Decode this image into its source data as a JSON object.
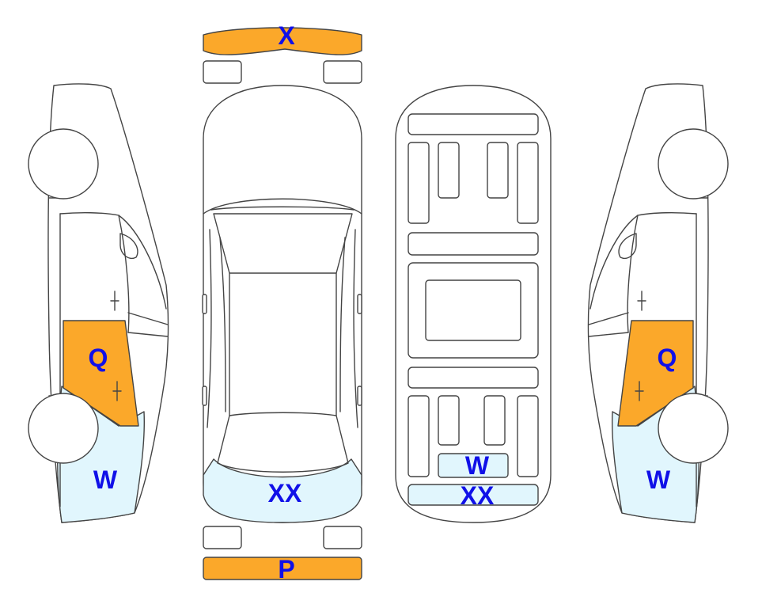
{
  "colors": {
    "orange": "#FBA82A",
    "light_blue": "#E1F6FD",
    "label": "#1010E8",
    "outline": "#444444"
  },
  "labels": {
    "front_bumper": "X",
    "rear_bumper": "P",
    "left_door": "Q",
    "left_quarter": "W",
    "right_door": "Q",
    "right_quarter": "W",
    "top_rear": "XX",
    "under_rear_panel": "W",
    "under_rear_bumper": "XX"
  }
}
